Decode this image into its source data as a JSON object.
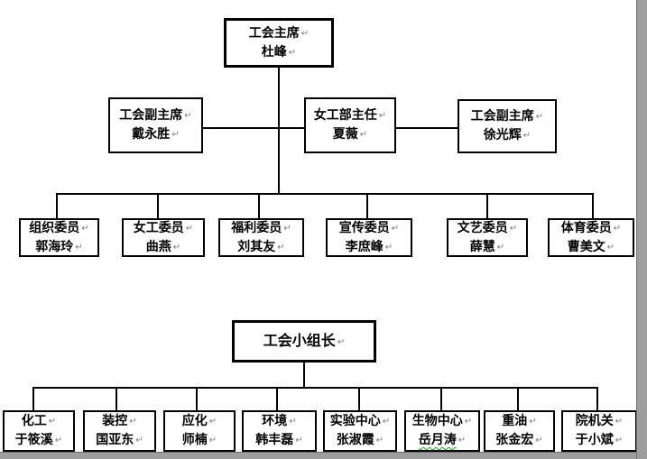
{
  "marks": {
    "paragraph": "↵"
  },
  "colors": {
    "box_border": "#000000",
    "connector": "#000000",
    "paragraph_mark": "#7c7c7c",
    "spellcheck_underline": "#14a014",
    "page_outside": "#9e9e9e",
    "page_background": "#ffffff"
  },
  "chart1": {
    "root": {
      "title": "工会主席",
      "name": "杜峰"
    },
    "level2": [
      {
        "title": "工会副主席",
        "name": "戴永胜"
      },
      {
        "title": "女工部主任",
        "name": "夏薇"
      },
      {
        "title": "工会副主席",
        "name": "徐光辉"
      }
    ],
    "level3": [
      {
        "title": "组织委员",
        "name": "郭海玲"
      },
      {
        "title": "女工委员",
        "name": "曲燕"
      },
      {
        "title": "福利委员",
        "name": "刘其友"
      },
      {
        "title": "宣传委员",
        "name": "李庶峰"
      },
      {
        "title": "文艺委员",
        "name": "薛慧"
      },
      {
        "title": "体育委员",
        "name": "曹美文"
      }
    ]
  },
  "chart2": {
    "root": {
      "title": "工会小组长"
    },
    "groups": [
      {
        "title": "化工",
        "name": "于筱溪"
      },
      {
        "title": "装控",
        "name": "国亚东"
      },
      {
        "title": "应化",
        "name": "师楠"
      },
      {
        "title": "环境",
        "name": "韩丰磊"
      },
      {
        "title": "实验中心",
        "name": "张淑霞"
      },
      {
        "title": "生物中心",
        "name": "岳月涛"
      },
      {
        "title": "重油",
        "name": "张金宏"
      },
      {
        "title": "院机关",
        "name": "于小斌"
      }
    ]
  }
}
